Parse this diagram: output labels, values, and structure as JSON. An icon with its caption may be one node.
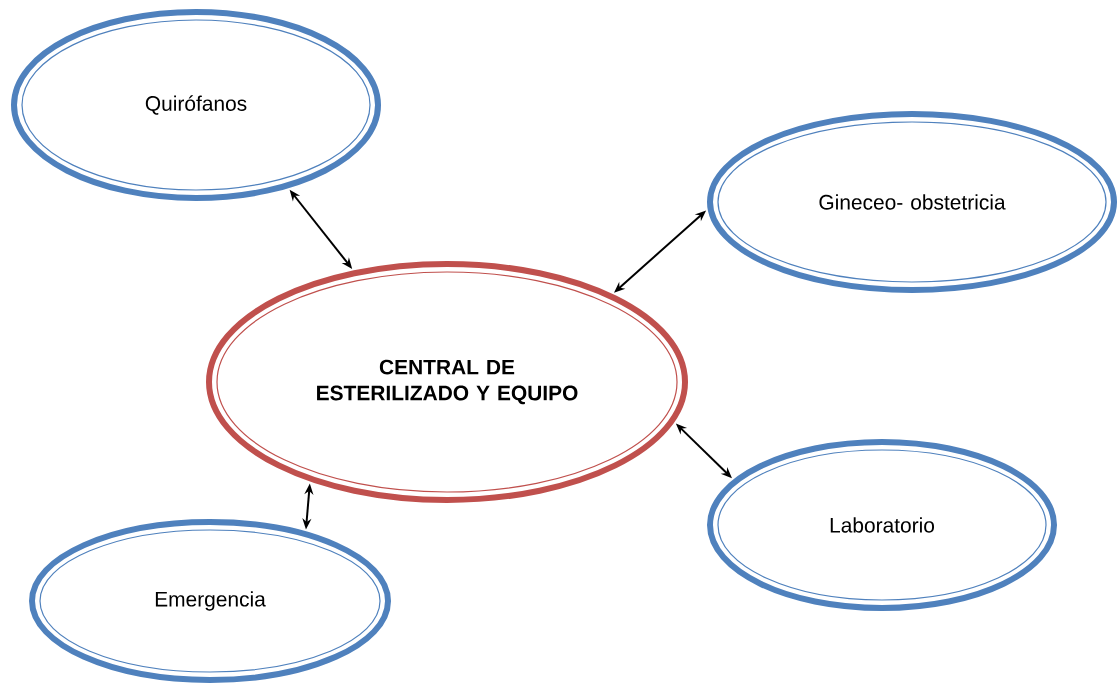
{
  "diagram": {
    "nodes": [
      {
        "text": [
          "Quirófanos"
        ]
      },
      {
        "text": [
          "Gineceo- obstetricia"
        ]
      },
      {
        "text": [
          "CENTRAL DE ESTERILIZADO Y EQUIPO"
        ]
      },
      {
        "text": [
          "Laboratorio"
        ]
      },
      {
        "text": [
          "Emergencia"
        ]
      }
    ],
    "edges": [
      {
        "from": 0,
        "to": 2,
        "arrow": "both"
      },
      {
        "from": 2,
        "to": 1,
        "arrow": "both"
      },
      {
        "from": 2,
        "to": 3,
        "arrow": "both"
      },
      {
        "from": 2,
        "to": 4,
        "arrow": "both"
      }
    ]
  }
}
